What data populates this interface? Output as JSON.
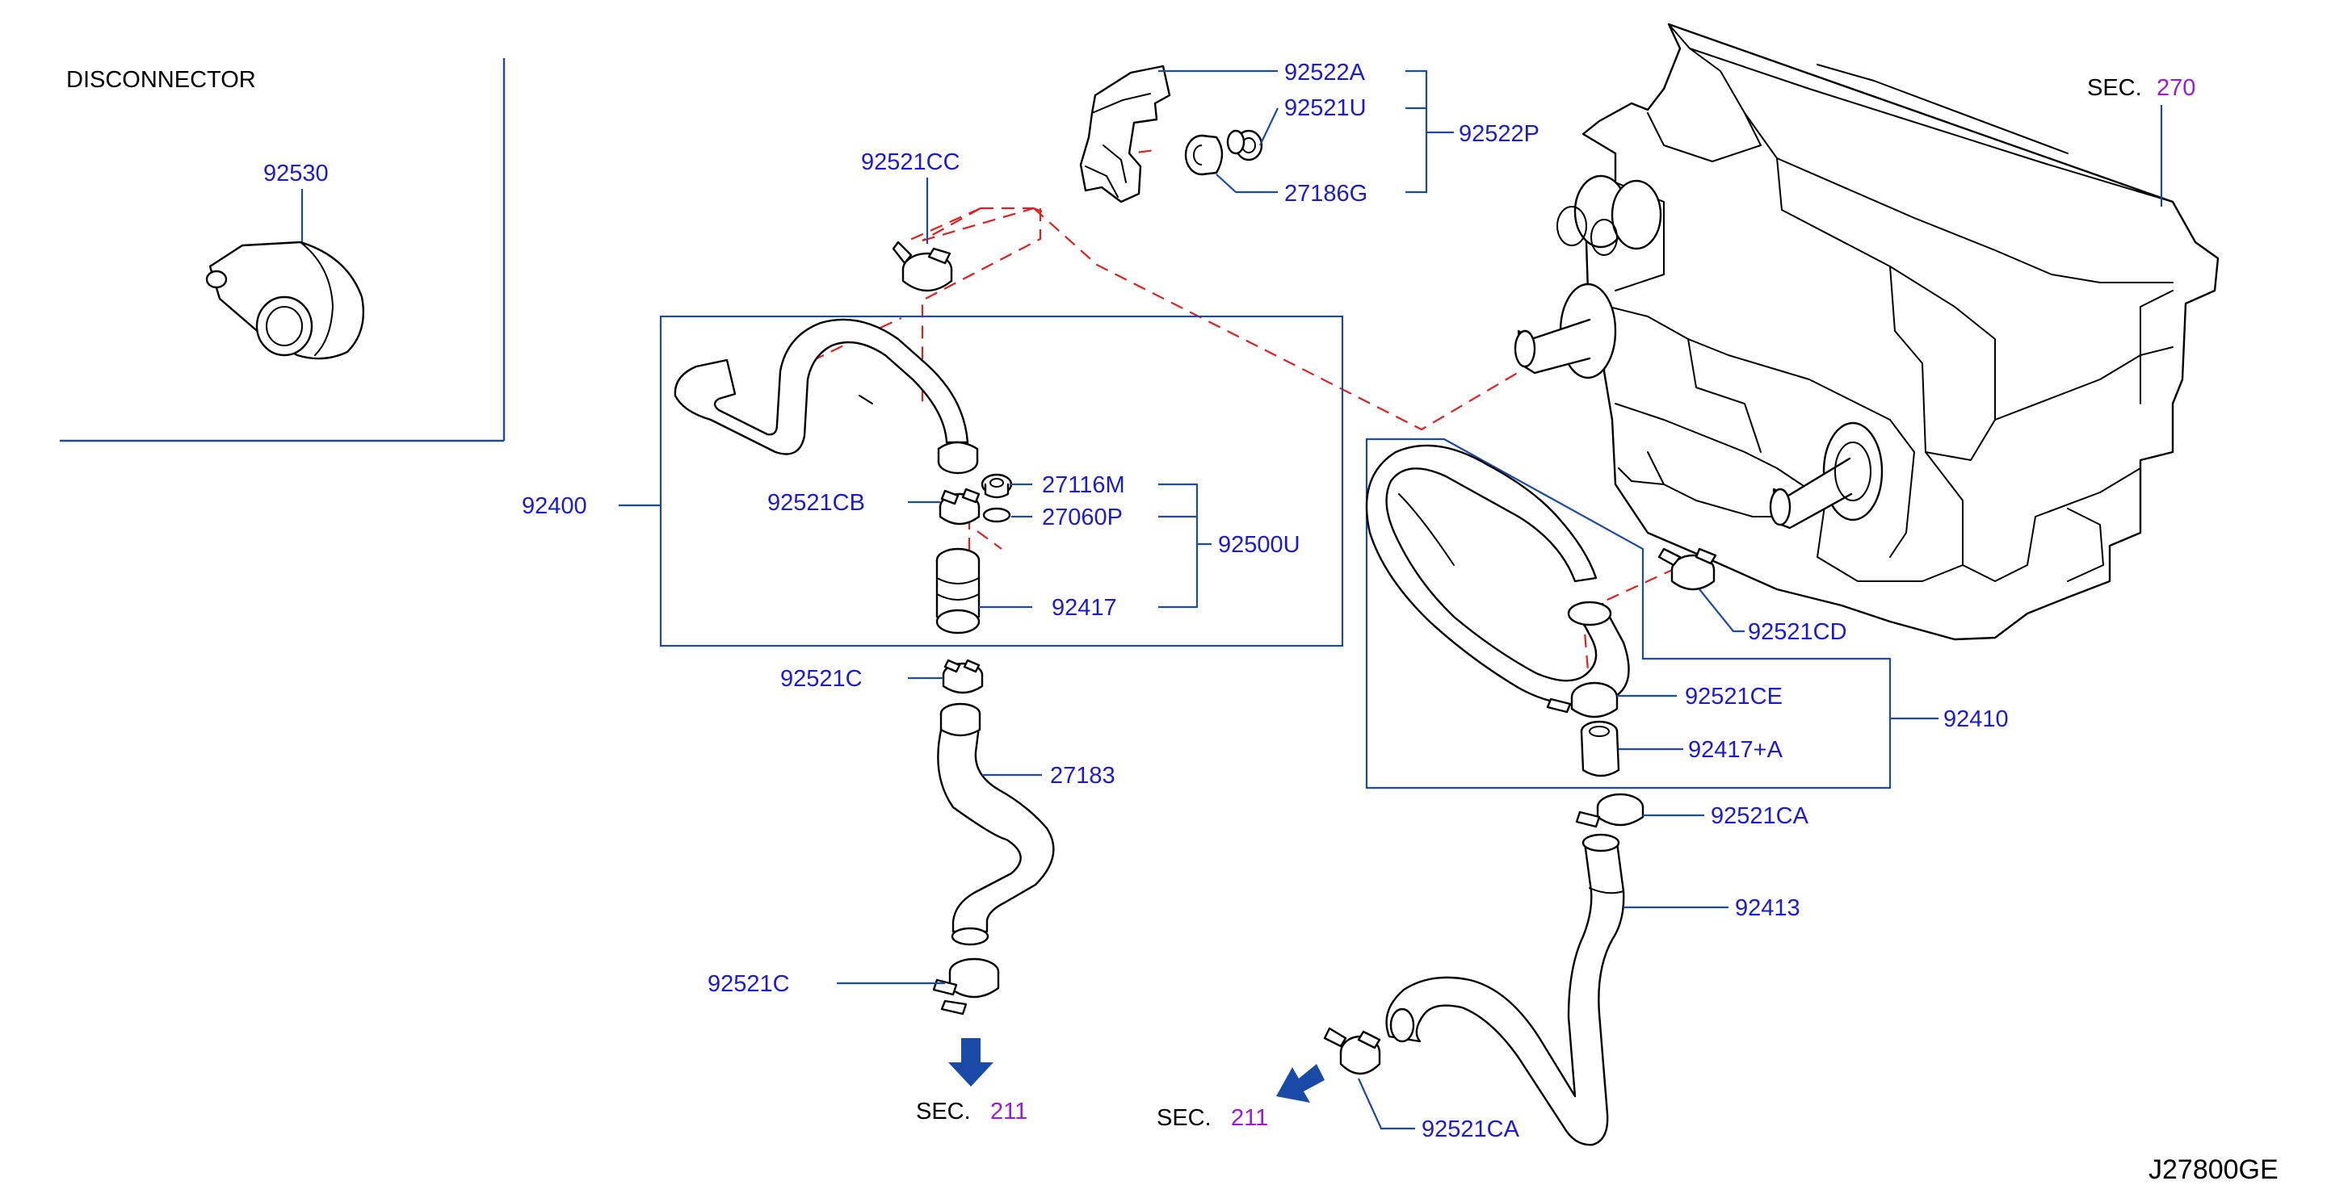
{
  "diagram": {
    "figure_code": "J27800GE",
    "disconnector_heading": "DISCONNECTOR",
    "section_word": "SEC.",
    "section_refs": {
      "heater_unit": "270",
      "engine_outlet": "211",
      "engine_inlet": "211"
    },
    "part_numbers": {
      "disconnector": "92530",
      "clamp_top": "92521CC",
      "bracket": "92522A",
      "washer": "92521U",
      "bracket_assy": "92522P",
      "grommet": "27186G",
      "hose_assy_left": "92400",
      "clamp_cb": "92521CB",
      "plug": "27116M",
      "o_ring": "27060P",
      "valve_kit": "92500U",
      "connector": "92417",
      "clamp_c_upper": "92521C",
      "hose_27183": "27183",
      "clamp_c_lower": "92521C",
      "clamp_cd": "92521CD",
      "clamp_ce": "92521CE",
      "hose_assy_right": "92410",
      "connector_a": "92417+A",
      "clamp_ca_upper": "92521CA",
      "hose_92413": "92413",
      "clamp_ca_lower": "92521CA"
    }
  }
}
